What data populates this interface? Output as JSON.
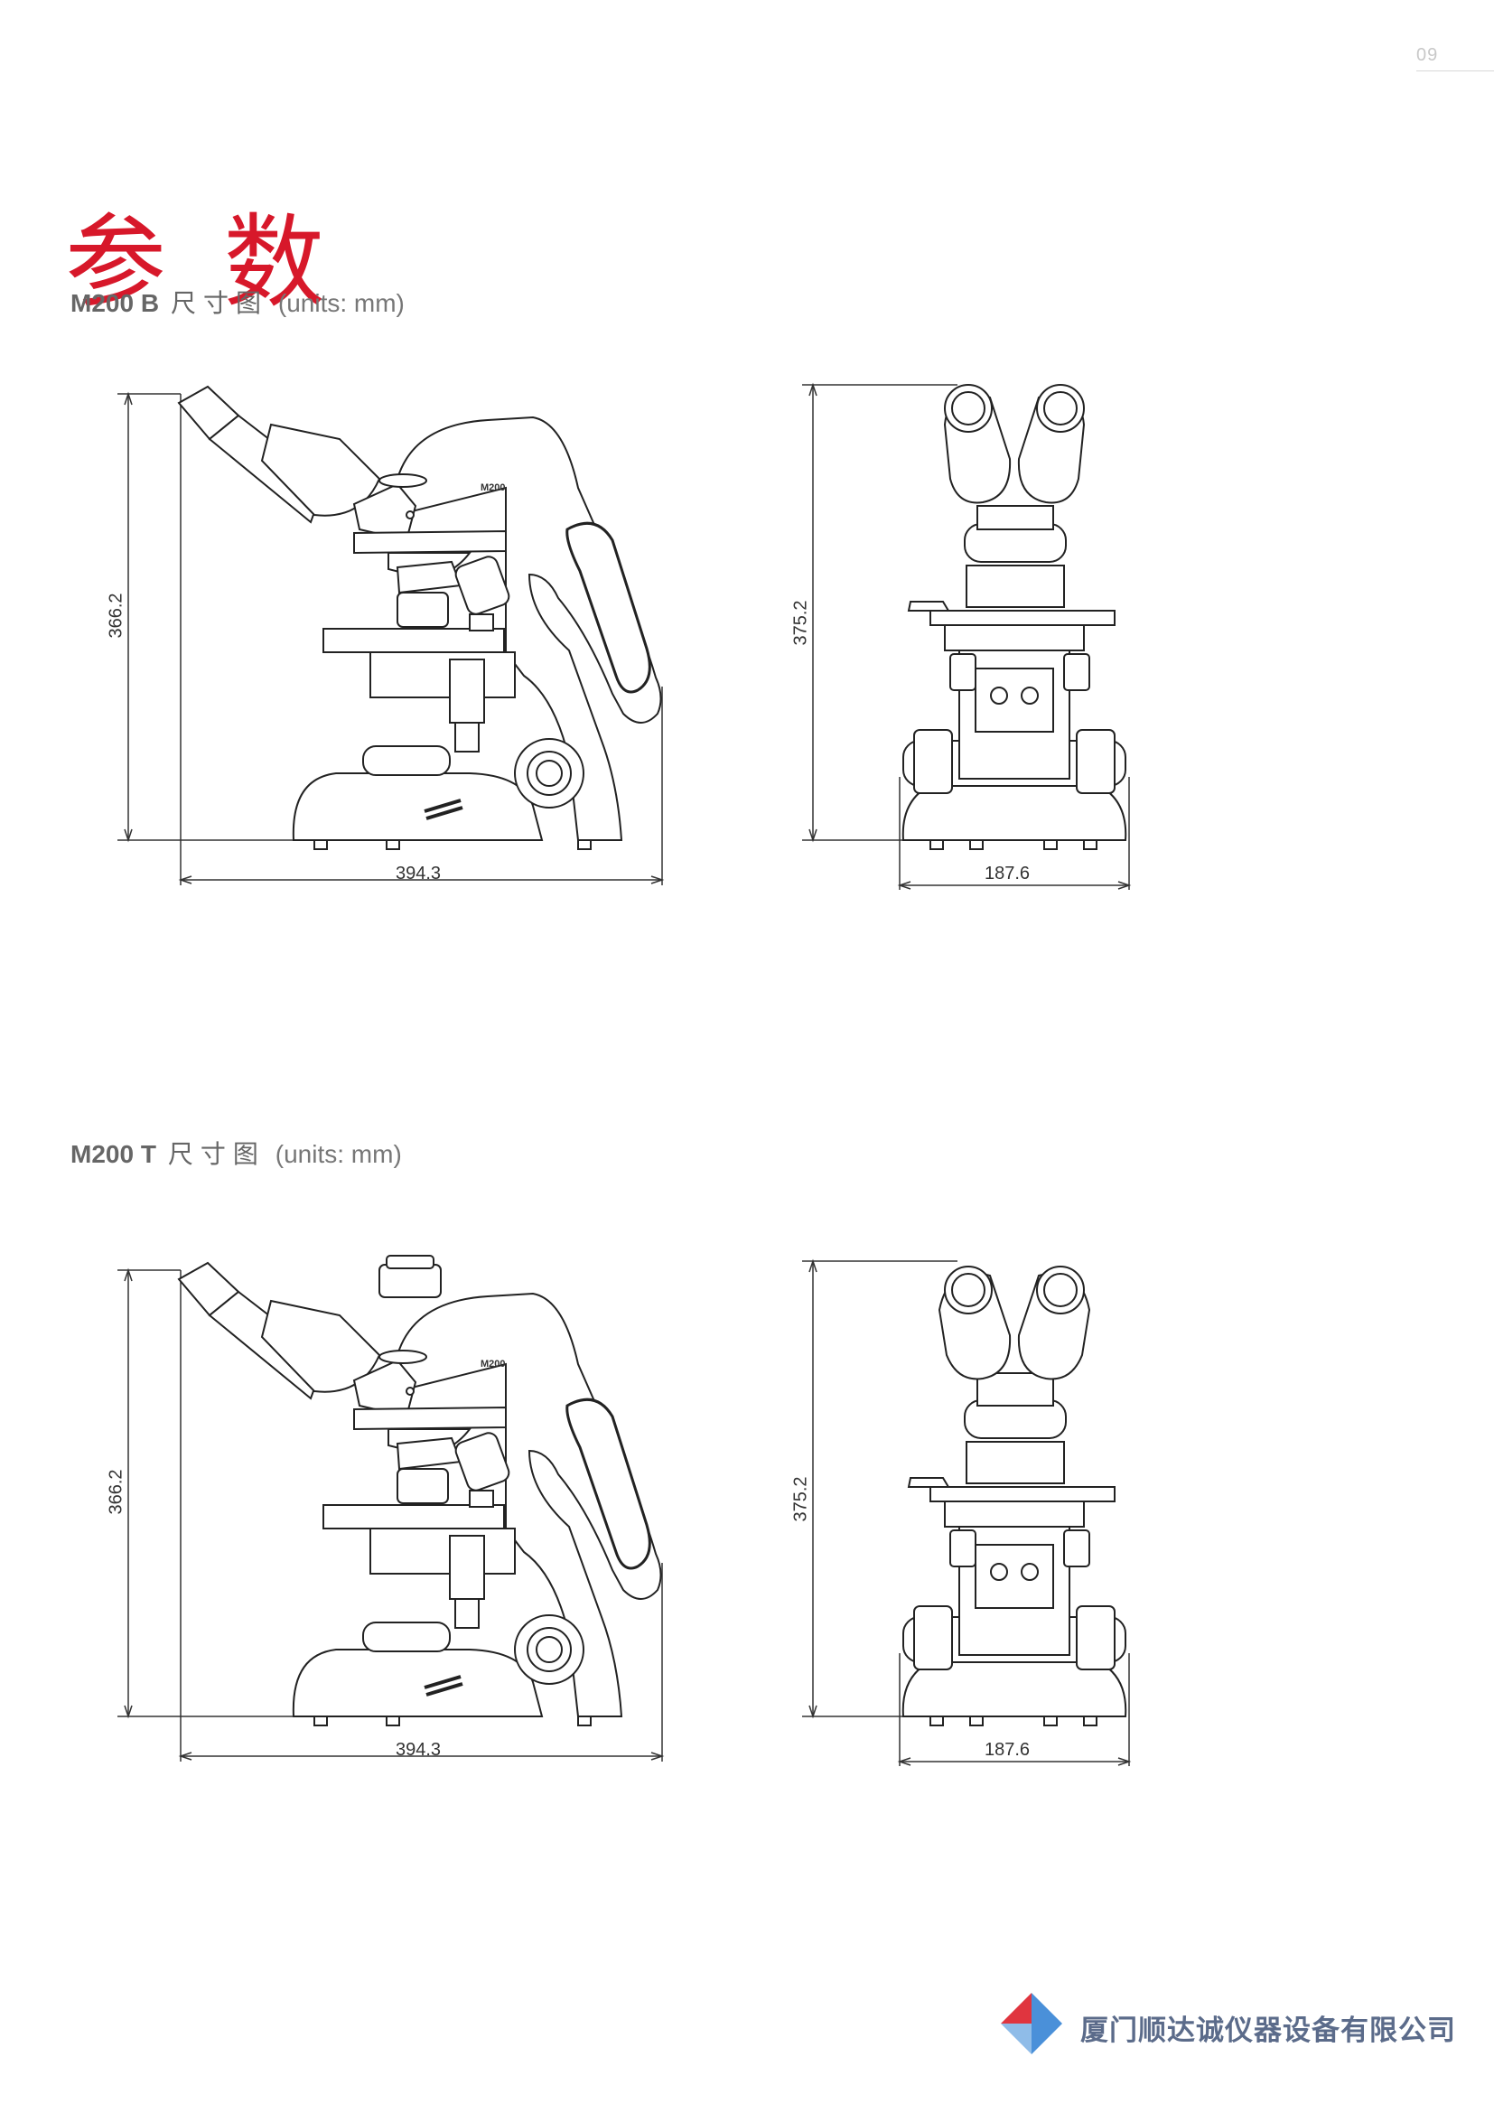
{
  "page": {
    "number": "09",
    "title": "参 数"
  },
  "sections": [
    {
      "model": "M200 B",
      "heading_cn": "尺寸图",
      "units": "(units: mm)",
      "side_view": {
        "brand_label": "M200",
        "height": "366.2",
        "width": "394.3"
      },
      "front_view": {
        "height": "375.2",
        "width": "187.6"
      }
    },
    {
      "model": "M200 T",
      "heading_cn": "尺寸图",
      "units": "(units: mm)",
      "side_view": {
        "brand_label": "M200",
        "height": "366.2",
        "width": "394.3"
      },
      "front_view": {
        "height": "375.2",
        "width": "187.6"
      }
    }
  ],
  "footer": {
    "company": "厦门顺达诚仪器设备有限公司"
  },
  "colors": {
    "title_red": "#d7182a",
    "company_blue": "#5b6b8a",
    "logo_blue": "#4a90d9",
    "logo_red": "#e0353f"
  }
}
